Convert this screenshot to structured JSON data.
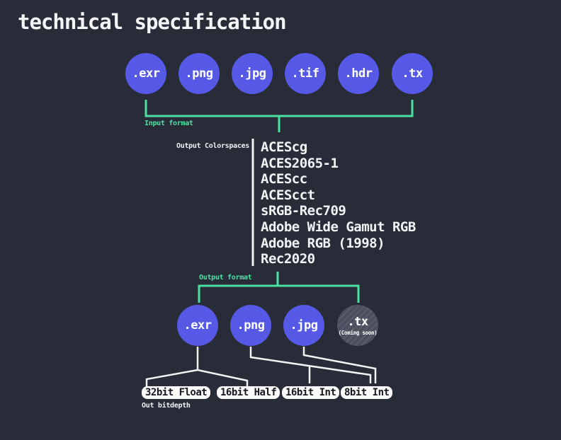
{
  "title": "technical specification",
  "input": {
    "bracket_label": "Input format",
    "formats": [
      ".exr",
      ".png",
      ".jpg",
      ".tif",
      ".hdr",
      ".tx"
    ]
  },
  "colorspaces": {
    "label": "Output Colorspaces",
    "items": [
      "ACEScg",
      "ACES2065-1",
      "ACEScc",
      "ACEScct",
      "sRGB-Rec709",
      "Adobe Wide Gamut RGB",
      "Adobe RGB (1998)",
      "Rec2020"
    ]
  },
  "output": {
    "bracket_label": "Output format",
    "formats": [
      {
        "label": ".exr",
        "available": true
      },
      {
        "label": ".png",
        "available": true
      },
      {
        "label": ".jpg",
        "available": true
      },
      {
        "label": ".tx",
        "available": false,
        "note": "(Coming soon)"
      }
    ]
  },
  "bitdepths": {
    "label": "Out bitdepth",
    "items": [
      "32bit Float",
      "16bit Half",
      "16bit Int",
      "8bit Int"
    ]
  },
  "colors": {
    "background": "#282c38",
    "node_fill": "#5559e6",
    "node_disabled_fill": "#4a4e5c",
    "accent_green": "#4be0a2",
    "line_white": "#f2f3f5",
    "pill_background": "#fafafa",
    "pill_text": "#16181f"
  }
}
